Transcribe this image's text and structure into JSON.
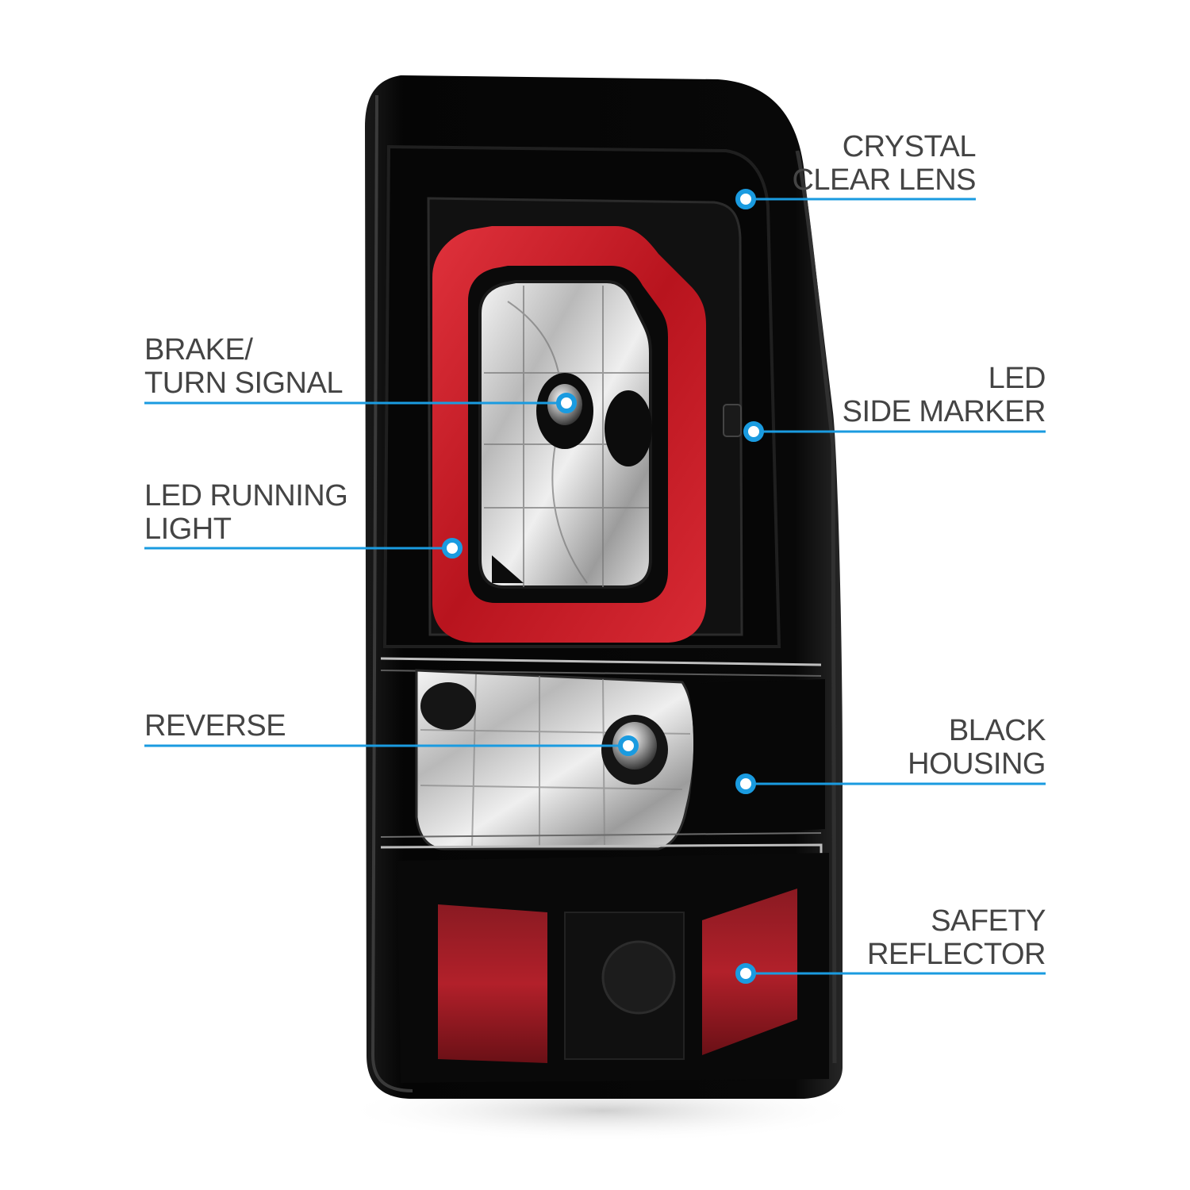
{
  "accent_color": "#1a9be0",
  "label_color": "#444444",
  "callouts": {
    "crystal_clear_lens": {
      "line1": "CRYSTAL",
      "line2": "CLEAR LENS"
    },
    "led_side_marker": {
      "line1": "LED",
      "line2": "SIDE MARKER"
    },
    "black_housing": {
      "line1": "BLACK",
      "line2": "HOUSING"
    },
    "safety_reflector": {
      "line1": "SAFETY",
      "line2": "REFLECTOR"
    },
    "brake_turn_signal": {
      "line1": "BRAKE/",
      "line2": "TURN SIGNAL"
    },
    "led_running_light": {
      "line1": "LED RUNNING",
      "line2": "LIGHT"
    },
    "reverse": {
      "line1": "REVERSE"
    }
  }
}
